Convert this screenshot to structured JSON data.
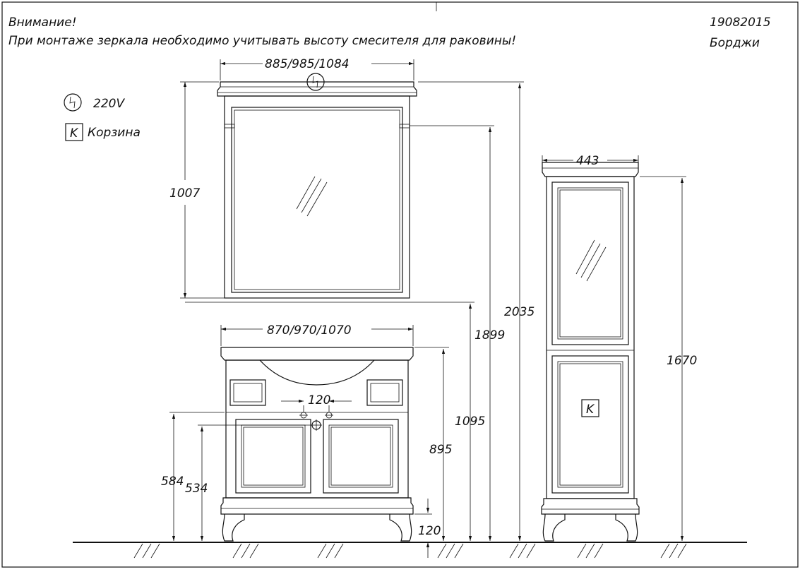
{
  "header": {
    "warning_title": "Внимание!",
    "warning_text": "При монтаже зеркала необходимо учитывать высоту смесителя для раковины!",
    "doc_number": "19082015",
    "series_name": "Борджи"
  },
  "legend": {
    "power_label": "220V",
    "basket_symbol": "K",
    "basket_label": "Корзина"
  },
  "mirror": {
    "width_label": "885/985/1084",
    "height_label": "1007"
  },
  "vanity": {
    "width_label": "870/970/1070",
    "tap_spacing_label": "120",
    "basin_height_label": "895",
    "floor_gap_label": "120",
    "pipe_height_high_label": "584",
    "pipe_height_low_label": "534"
  },
  "overall": {
    "mirror_hook_height_label": "1899",
    "mirror_bottom_height_label": "1095",
    "mirror_top_height_label": "2035"
  },
  "cabinet": {
    "width_label": "443",
    "height_label": "1670",
    "basket_symbol": "K"
  }
}
